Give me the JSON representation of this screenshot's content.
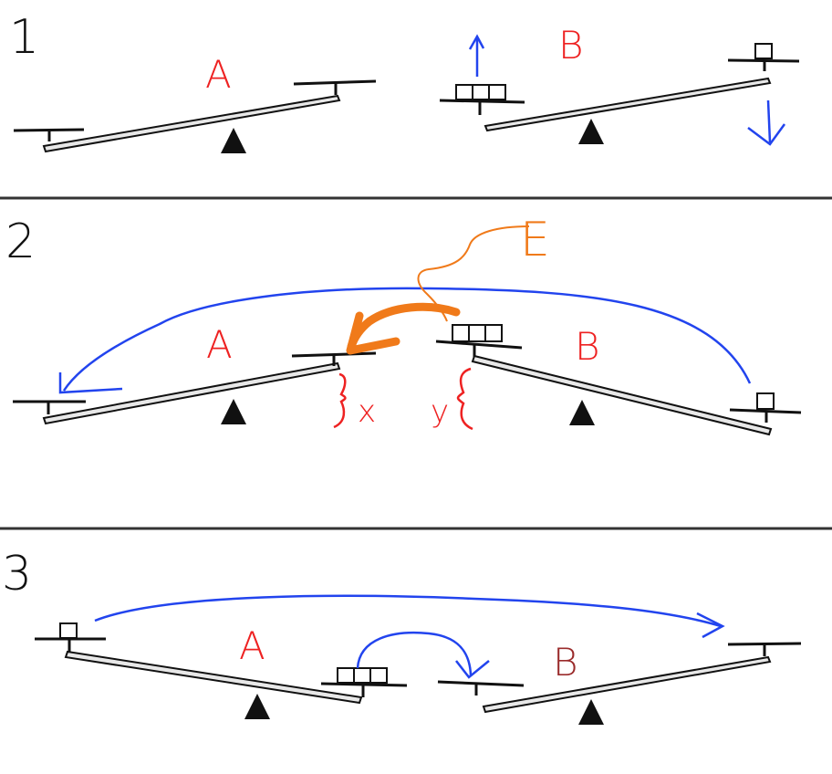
{
  "panels": [
    {
      "number": "1",
      "labels": {
        "a": "A",
        "b": "B"
      }
    },
    {
      "number": "2",
      "labels": {
        "a": "A",
        "b": "B",
        "energy": "E",
        "x": "x",
        "y": "y"
      }
    },
    {
      "number": "3",
      "labels": {
        "a": "A",
        "b": "B"
      }
    }
  ],
  "colors": {
    "ink": "#111111",
    "red": "#ee2222",
    "darkred": "#9a2b2b",
    "blue": "#2244ee",
    "orange": "#f07a1a",
    "divider": "#333333",
    "beam_fill": "#e8e8e8"
  }
}
